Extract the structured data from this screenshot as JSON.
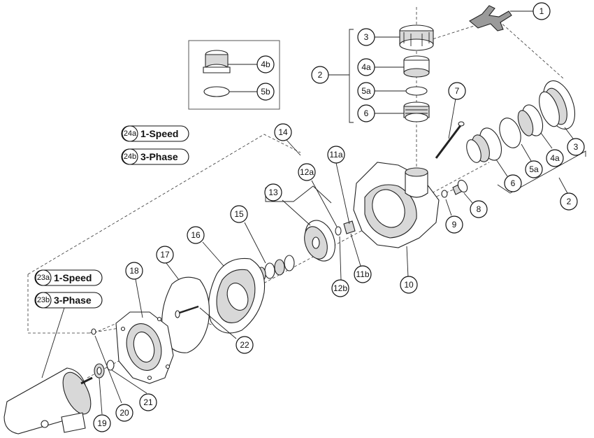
{
  "callouts": {
    "c1": "1",
    "c2_top": "2",
    "c2_right": "2",
    "c3_top": "3",
    "c3_right": "3",
    "c4a_top": "4a",
    "c4a_right": "4a",
    "c4b": "4b",
    "c5a_top": "5a",
    "c5a_right": "5a",
    "c5b": "5b",
    "c6_top": "6",
    "c6_right": "6",
    "c7": "7",
    "c8": "8",
    "c9": "9",
    "c10": "10",
    "c11a": "11a",
    "c11b": "11b",
    "c12a": "12a",
    "c12b": "12b",
    "c13": "13",
    "c14": "14",
    "c15": "15",
    "c16": "16",
    "c17": "17",
    "c18": "18",
    "c19": "19",
    "c20": "20",
    "c21": "21",
    "c22": "22"
  },
  "motor_labels": {
    "l24a_code": "24a",
    "l24a_text": "1-Speed",
    "l24b_code": "24b",
    "l24b_text": "3-Phase",
    "l23a_code": "23a",
    "l23a_text": "1-Speed",
    "l23b_code": "23b",
    "l23b_text": "3-Phase"
  }
}
